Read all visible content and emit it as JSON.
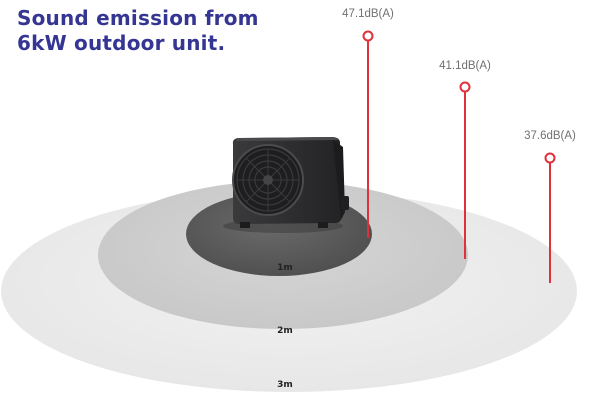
{
  "title": {
    "line1": "Sound emission from",
    "line2": "6kW outdoor unit."
  },
  "rings": [
    {
      "label": "1m"
    },
    {
      "label": "2m"
    },
    {
      "label": "3m"
    }
  ],
  "markers": [
    {
      "label": "47.1dB(A)",
      "distance": "1m"
    },
    {
      "label": "41.1dB(A)",
      "distance": "2m"
    },
    {
      "label": "37.6dB(A)",
      "distance": "3m"
    }
  ],
  "colors": {
    "title": "#353593",
    "marker": "#e0303a",
    "ring_outer": "#ececec",
    "ring_middle": "#cfcfcf",
    "ring_inner": "#5e5e5e",
    "unit_body": "#2c2c2e"
  },
  "unit_icon": "heat-pump-outdoor-unit-icon"
}
